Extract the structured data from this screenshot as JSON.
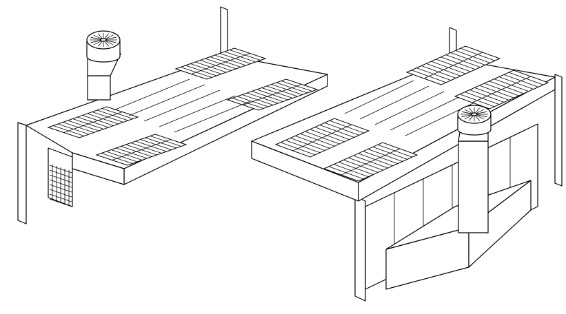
{
  "drawing": {
    "style": "isometric line drawing",
    "line_color": "#000000",
    "background": "#ffffff",
    "objects": [
      {
        "name": "left-booth",
        "features": [
          "exhaust-fan-stack",
          "slatted-ceiling-filters",
          "side-wall-filter-grid"
        ]
      },
      {
        "name": "right-booth",
        "features": [
          "exhaust-fan-stack",
          "slatted-ceiling-filters",
          "front-plenum-box",
          "wall-panels"
        ]
      }
    ]
  }
}
